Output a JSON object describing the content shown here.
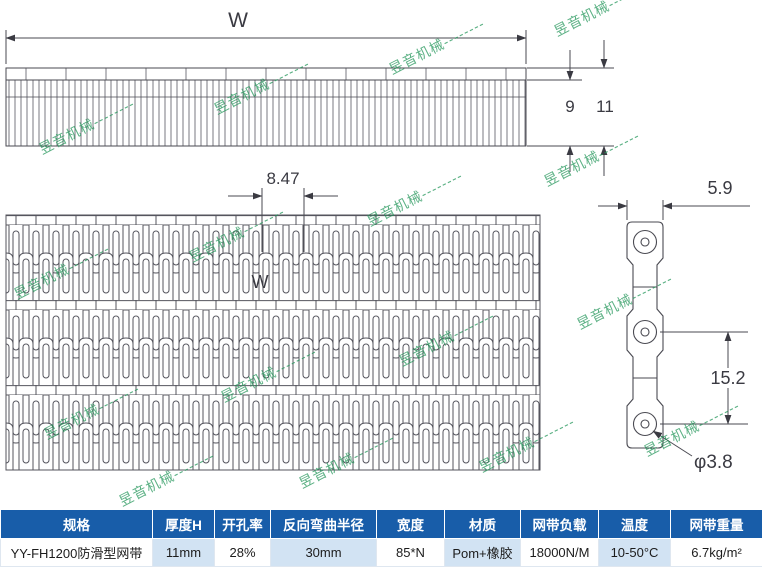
{
  "watermark": {
    "text": "昱音机械--------"
  },
  "dims": {
    "w": "W",
    "h_outer": "11",
    "h_inner": "9",
    "pitch": "8.47",
    "plan_w": "W",
    "link_width": "5.9",
    "hole_spacing": "15.2",
    "hole_dia": "φ3.8"
  },
  "table": {
    "headers": [
      "规格",
      "厚度H",
      "开孔率",
      "反向弯曲半径",
      "宽度",
      "材质",
      "网带负载",
      "温度",
      "网带重量"
    ],
    "values": [
      "YY-FH1200防滑型网带",
      "11mm",
      "28%",
      "30mm",
      "85*N",
      "Pom+橡胶",
      "18000N/M",
      "10-50°C",
      "6.7kg/m²"
    ]
  },
  "colors": {
    "header_bg": "#185da9",
    "row_tint": "#d2e3f3",
    "watermark_green": "#23965a",
    "line": "#4a4a52"
  }
}
